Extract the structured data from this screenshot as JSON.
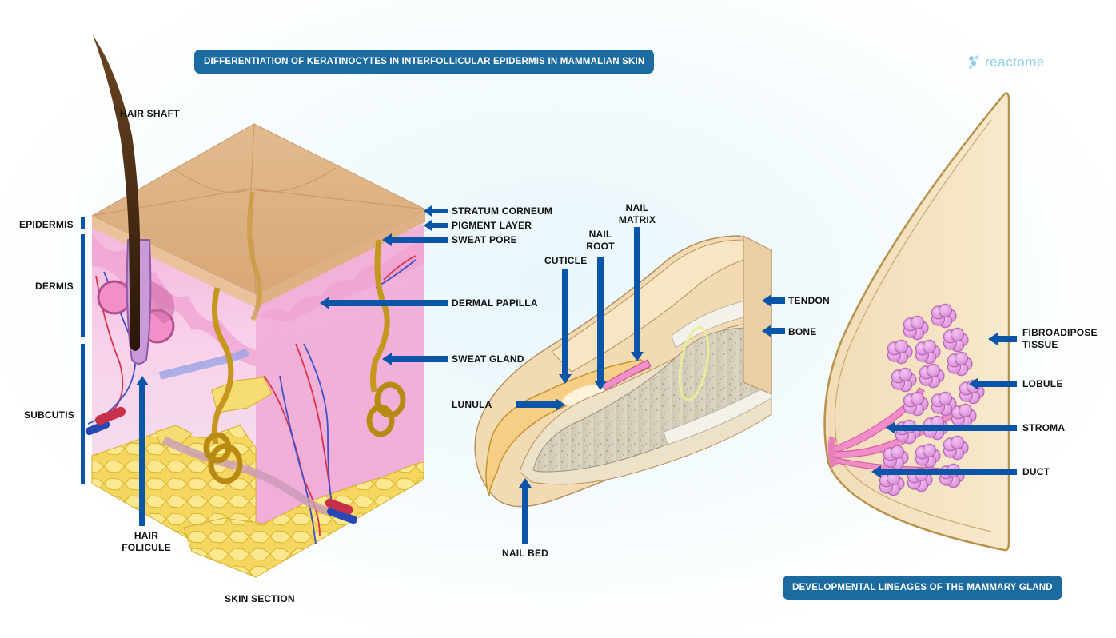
{
  "titles": {
    "skin_banner": "DIFFERENTIATION OF KERATINOCYTES IN INTERFOLLICULAR EPIDERMIS IN MAMMALIAN SKIN",
    "mammary_banner": "DEVELOPMENTAL LINEAGES OF THE MAMMARY GLAND",
    "logo": "reactome"
  },
  "skin": {
    "section_label": "SKIN SECTION",
    "hair_shaft": "HAIR SHAFT",
    "hair_folicule_1": "HAIR",
    "hair_folicule_2": "FOLICULE",
    "epidermis": "EPIDERMIS",
    "dermis": "DERMIS",
    "subcutis": "SUBCUTIS",
    "stratum_corneum": "STRATUM CORNEUM",
    "pigment_layer": "PIGMENT LAYER",
    "sweat_pore": "SWEAT PORE",
    "dermal_papilla": "DERMAL PAPILLA",
    "sweat_gland": "SWEAT GLAND"
  },
  "nail": {
    "nail_matrix_1": "NAIL",
    "nail_matrix_2": "MATRIX",
    "nail_root_1": "NAIL",
    "nail_root_2": "ROOT",
    "cuticle": "CUTICLE",
    "tendon": "TENDON",
    "bone": "BONE",
    "lunula": "LUNULA",
    "nail_bed": "NAIL BED"
  },
  "mammary": {
    "fibroadipose_1": "FIBROADIPOSE",
    "fibroadipose_2": "TISSUE",
    "lobule": "LOBULE",
    "stroma": "STROMA",
    "duct": "DUCT"
  },
  "colors": {
    "arrow_blue": "#0b55a8",
    "banner_blue": "#1b6aa0",
    "skin_tan": "#dcae80",
    "dermis_pink": "#f7bfe0",
    "fat_yellow": "#f2d45a",
    "lobule_pink": "#e9a6e6"
  }
}
